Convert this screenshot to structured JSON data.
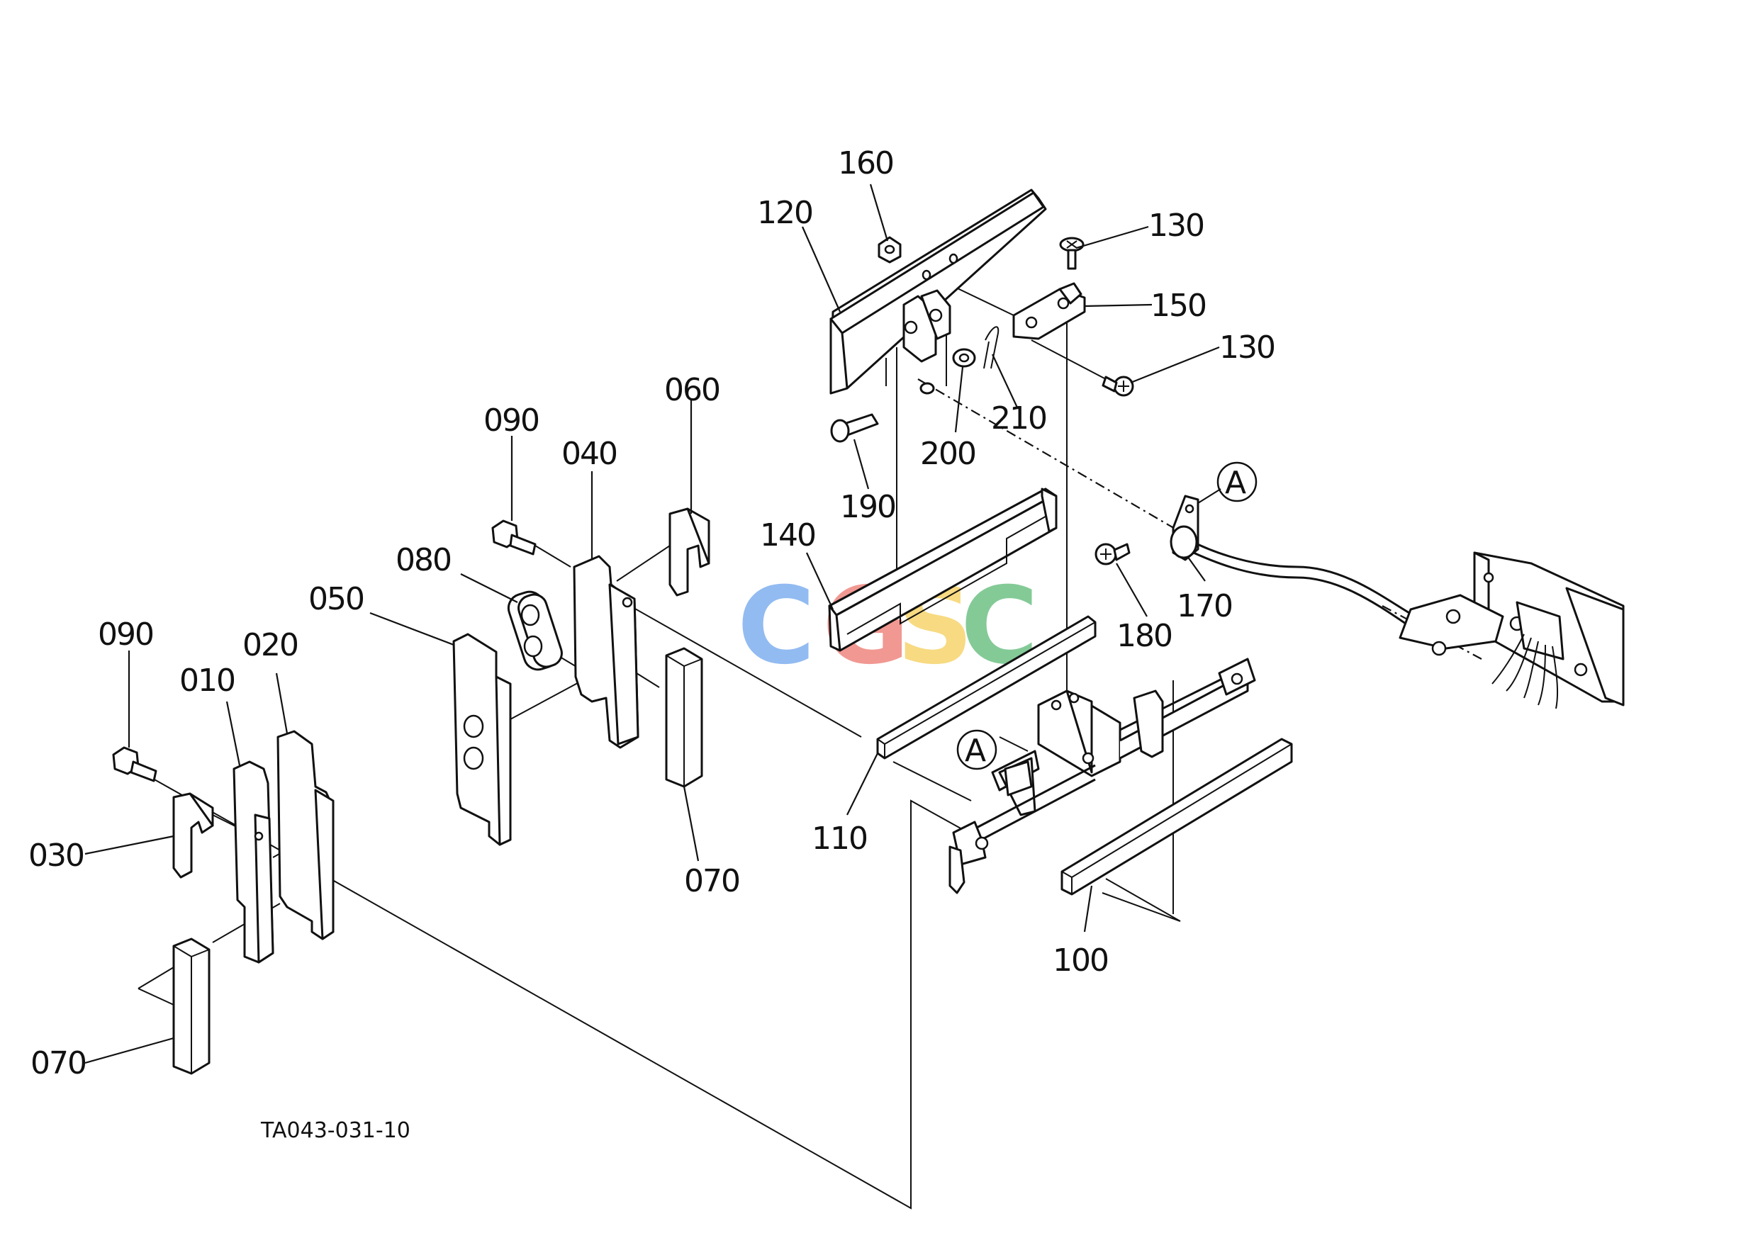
{
  "diagram_code": "TA043-031-10",
  "watermark": {
    "letters": [
      "C",
      "G",
      "S",
      "C"
    ],
    "colors": [
      "#4a8fe8",
      "#e8544a",
      "#f2c230",
      "#34a853"
    ]
  },
  "callout_marker": "A",
  "labels": {
    "p010": "010",
    "p020": "020",
    "p030": "030",
    "p040": "040",
    "p050": "050",
    "p060": "060",
    "p070a": "070",
    "p070b": "070",
    "p080": "080",
    "p090a": "090",
    "p090b": "090",
    "p100": "100",
    "p110": "110",
    "p120": "120",
    "p130a": "130",
    "p130b": "130",
    "p140": "140",
    "p150": "150",
    "p160": "160",
    "p170": "170",
    "p180": "180",
    "p190": "190",
    "p200": "200",
    "p210": "210"
  }
}
